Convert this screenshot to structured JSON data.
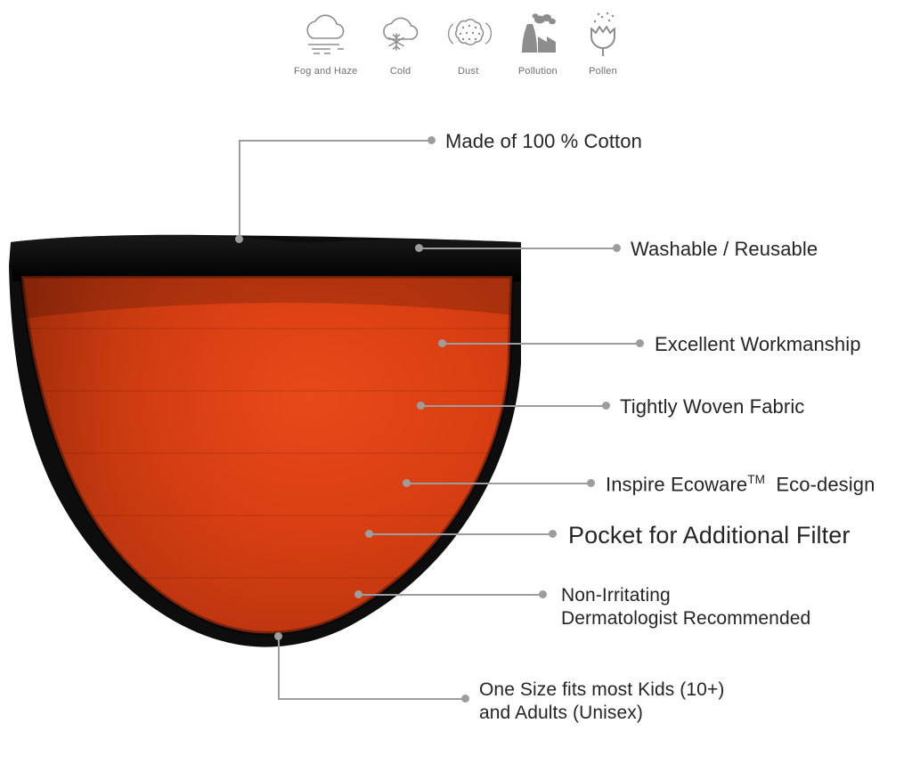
{
  "page": {
    "background_color": "#ffffff",
    "accent_color": "#d63f12",
    "binding_color": "#101010",
    "leader_color": "#9d9d9d",
    "text_color": "#252525"
  },
  "hazard_icons": [
    {
      "label": "Fog and Haze",
      "icon": "fog-cloud-icon"
    },
    {
      "label": "Cold",
      "icon": "snowflake-cloud-icon"
    },
    {
      "label": "Dust",
      "icon": "dust-cloud-icon"
    },
    {
      "label": "Pollution",
      "icon": "factory-smokestack-icon"
    },
    {
      "label": "Pollen",
      "icon": "tulip-pollen-icon"
    }
  ],
  "product": {
    "name": "face-mask",
    "face_color": "#d63f12",
    "face_shadow_color": "#a52f0d",
    "binding_color": "#101010"
  },
  "callouts": [
    {
      "id": "cotton",
      "line1": "Made of 100 % Cotton",
      "line2": ""
    },
    {
      "id": "washable",
      "line1": "Washable / Reusable",
      "line2": ""
    },
    {
      "id": "workmanship",
      "line1": "Excellent Workmanship",
      "line2": ""
    },
    {
      "id": "fabric",
      "line1": "Tightly Woven Fabric",
      "line2": ""
    },
    {
      "id": "ecodesign",
      "line1": "Inspire Ecoware",
      "line2": "Eco-design",
      "trademark": "TM"
    },
    {
      "id": "pocket",
      "line1": "Pocket for Additional Filter",
      "line2": ""
    },
    {
      "id": "dermatology",
      "line1": "Non-Irritating",
      "line2": "Dermatologist Recommended"
    },
    {
      "id": "sizing",
      "line1": "One Size fits most Kids (10+)",
      "line2": "and Adults (Unisex)"
    }
  ]
}
